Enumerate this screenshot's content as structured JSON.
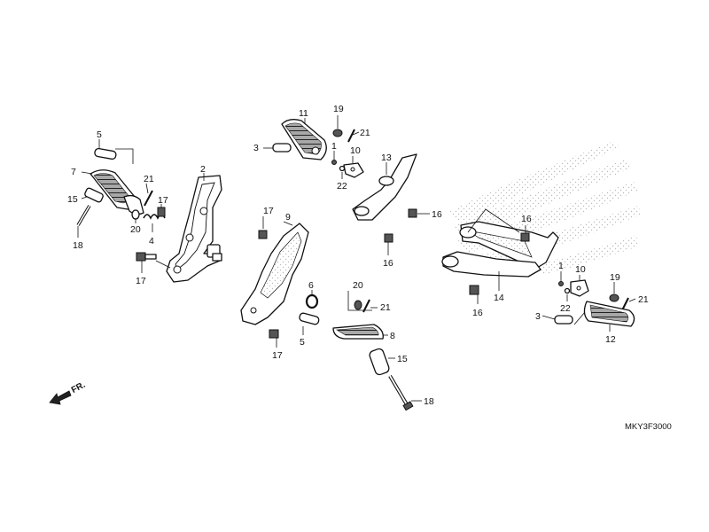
{
  "diagram_code": "MKY3F3000",
  "direction_label": "FR.",
  "callouts": [
    {
      "id": "c5a",
      "label": "5"
    },
    {
      "id": "c7",
      "label": "7"
    },
    {
      "id": "c15a",
      "label": "15"
    },
    {
      "id": "c18a",
      "label": "18"
    },
    {
      "id": "c21a",
      "label": "21"
    },
    {
      "id": "c20a",
      "label": "20"
    },
    {
      "id": "c4",
      "label": "4"
    },
    {
      "id": "c17a",
      "label": "17"
    },
    {
      "id": "c17b",
      "label": "17"
    },
    {
      "id": "c2",
      "label": "2"
    },
    {
      "id": "c11",
      "label": "11"
    },
    {
      "id": "c19a",
      "label": "19"
    },
    {
      "id": "c21b",
      "label": "21"
    },
    {
      "id": "c3a",
      "label": "3"
    },
    {
      "id": "c1a",
      "label": "1"
    },
    {
      "id": "c10a",
      "label": "10"
    },
    {
      "id": "c22a",
      "label": "22"
    },
    {
      "id": "c13",
      "label": "13"
    },
    {
      "id": "c16a",
      "label": "16"
    },
    {
      "id": "c16b",
      "label": "16"
    },
    {
      "id": "c17c",
      "label": "17"
    },
    {
      "id": "c9",
      "label": "9"
    },
    {
      "id": "c6",
      "label": "6"
    },
    {
      "id": "c20b",
      "label": "20"
    },
    {
      "id": "c21c",
      "label": "21"
    },
    {
      "id": "c5b",
      "label": "5"
    },
    {
      "id": "c17d",
      "label": "17"
    },
    {
      "id": "c8",
      "label": "8"
    },
    {
      "id": "c15b",
      "label": "15"
    },
    {
      "id": "c18b",
      "label": "18"
    },
    {
      "id": "c16c",
      "label": "16"
    },
    {
      "id": "c1b",
      "label": "1"
    },
    {
      "id": "c10b",
      "label": "10"
    },
    {
      "id": "c19b",
      "label": "19"
    },
    {
      "id": "c22b",
      "label": "22"
    },
    {
      "id": "c21d",
      "label": "21"
    },
    {
      "id": "c3b",
      "label": "3"
    },
    {
      "id": "c12",
      "label": "12"
    },
    {
      "id": "c14",
      "label": "14"
    },
    {
      "id": "c16d",
      "label": "16"
    }
  ]
}
